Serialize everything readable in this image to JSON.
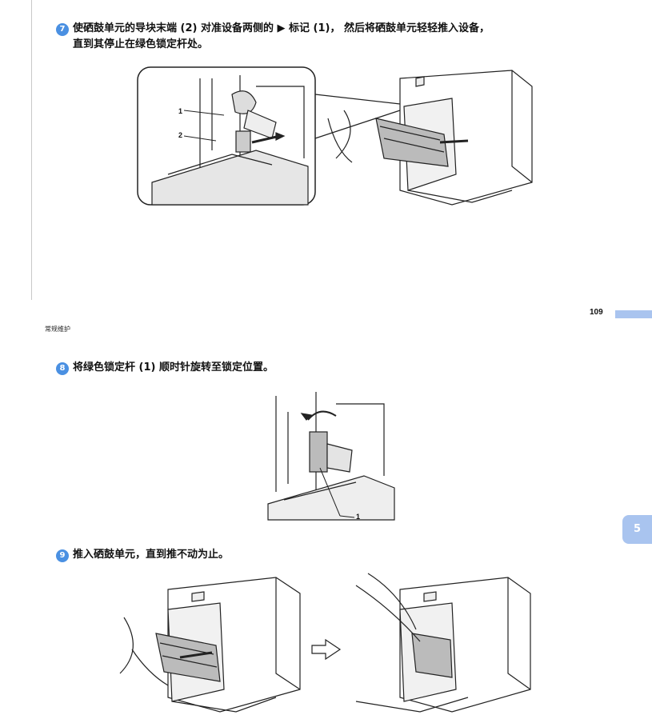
{
  "steps": [
    {
      "number": "7",
      "line1": "使硒鼓单元的导块末端 (2) 对准设备两侧的 ▶ 标记 (1)， 然后将硒鼓单元轻轻推入设备，",
      "line2": "直到其停止在绿色锁定杆处。"
    },
    {
      "number": "8",
      "line1": "将绿色锁定杆 (1) 顺时针旋转至锁定位置。"
    },
    {
      "number": "9",
      "line1": "推入硒鼓单元，直到推不动为止。"
    }
  ],
  "callouts": {
    "fig1_label1": "1",
    "fig1_label2": "2",
    "fig2_label1": "1"
  },
  "footer": {
    "page_number": "109",
    "section_label": "常规维护"
  },
  "chapter_tab": "5",
  "colors": {
    "accent": "#4a90e2",
    "tab": "#a9c4ef"
  }
}
